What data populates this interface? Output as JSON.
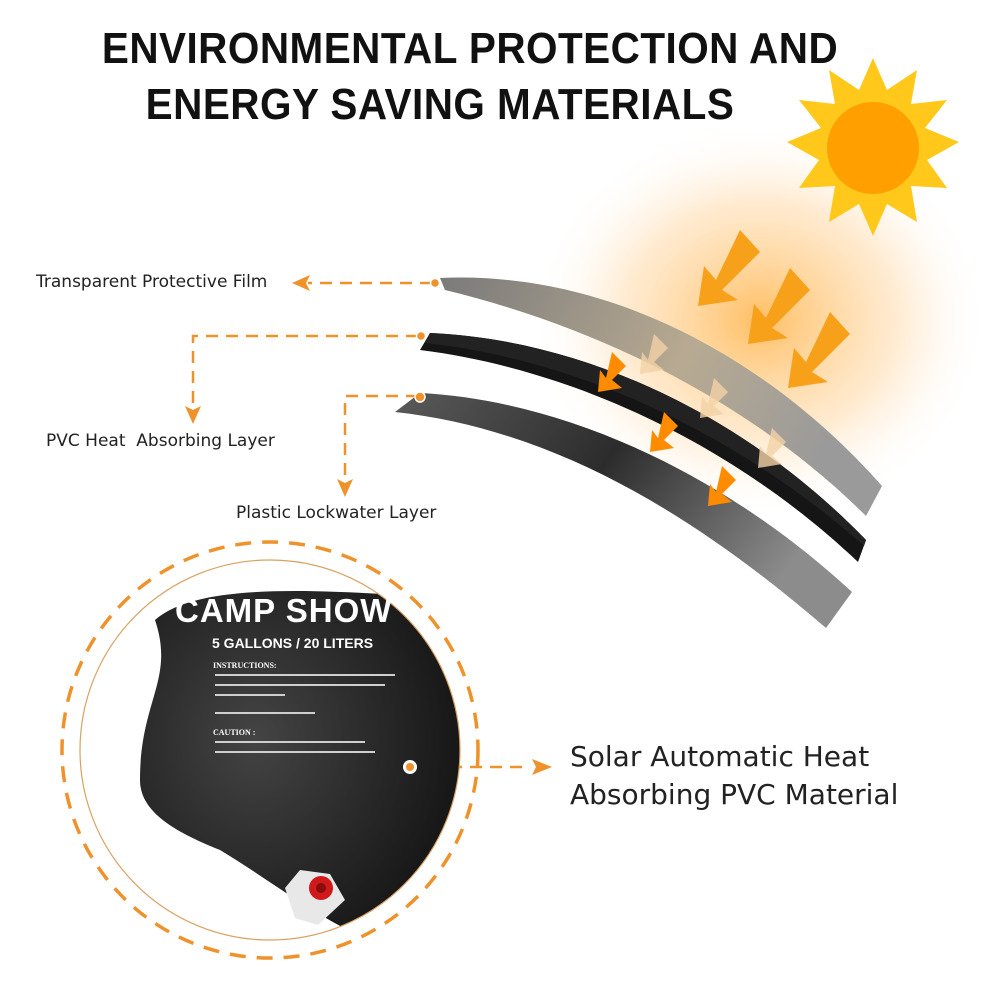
{
  "title": {
    "line1": "ENVIRONMENTAL PROTECTION AND",
    "line2": "ENERGY SAVING MATERIALS"
  },
  "layers": [
    {
      "label": "Transparent Protective Film",
      "color": "#8a8a8a"
    },
    {
      "label": "PVC Heat  Absorbing Layer",
      "color": "#1a1a1a"
    },
    {
      "label": "Plastic Lockwater Layer",
      "color": "#6e6e6e"
    }
  ],
  "callout": {
    "line1": "Solar Automatic Heat",
    "line2": "Absorbing PVC Material"
  },
  "bag": {
    "brand": "CAMP SHOW",
    "capacity": "5 GALLONS / 20 LITERS",
    "instructions_heading": "INSTRUCTIONS:",
    "caution_heading": "CAUTION :"
  },
  "colors": {
    "accent_orange": "#f0922b",
    "sun_core": "#ff9f00",
    "sun_rays": "#ffc81a",
    "bag_black": "#1c1c1c"
  },
  "icons": [
    "sun-icon",
    "arrow-down-left-icon",
    "dashed-arrow-icon"
  ]
}
